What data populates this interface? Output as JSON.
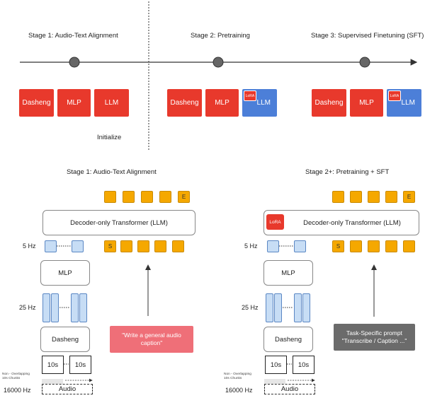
{
  "timeline": {
    "stage1": "Stage 1: Audio-Text Alignment",
    "stage2": "Stage 2: Pretraining",
    "stage3": "Stage 3: Supervised Finetuning (SFT)",
    "initialize": "Initialize"
  },
  "modules": {
    "encoder": "Dasheng",
    "projector": "MLP",
    "llm": "LLM",
    "lora": "LoRA"
  },
  "stage1_panel": {
    "title": "Stage 1: Audio-Text Alignment",
    "decoder": "Decoder-only Transformer (LLM)",
    "prompt": "\"Write a general audio caption\""
  },
  "stage2_panel": {
    "title": "Stage 2+: Pretraining + SFT",
    "decoder": "Decoder-only Transformer (LLM)",
    "prompt_line1": "Task-Specific prompt",
    "prompt_line2": "\"Transcribe / Caption ...\""
  },
  "tokens": {
    "start": "S",
    "end": "E"
  },
  "rates": {
    "token_rate": "5 Hz",
    "feature_rate": "25 Hz",
    "sample_rate": "16000 Hz"
  },
  "audio": {
    "chunk": "10s",
    "label": "Audio",
    "chunk_note": "Non - Overlapping 10s Chunks"
  },
  "colors": {
    "module_red": "#e8392c",
    "llm_blue": "#4c7fd8",
    "token_orange": "#f5a800",
    "audio_token_blue": "#c7ddf5",
    "prompt_pink": "#ef6f78",
    "prompt_gray": "#6b6b6b"
  }
}
